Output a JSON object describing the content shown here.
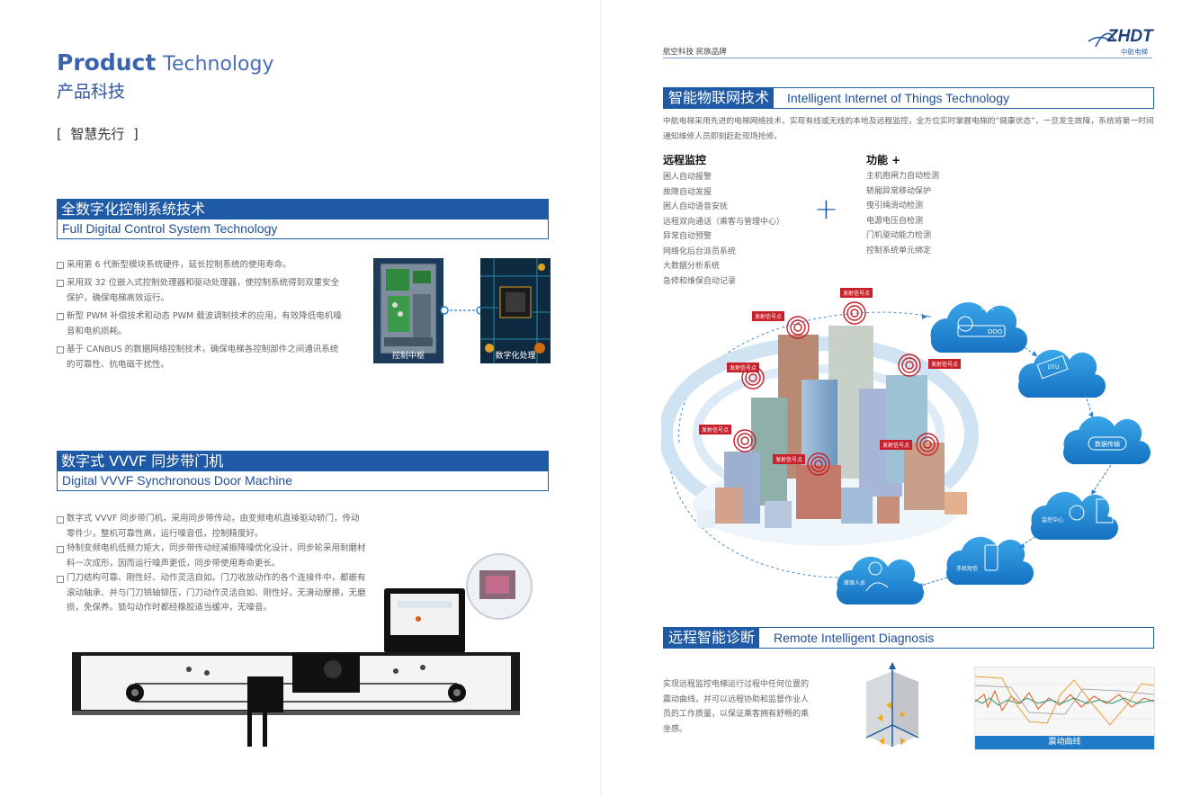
{
  "left": {
    "title_en_bold": "Product",
    "title_en_light": "Technology",
    "title_cn": "产品科技",
    "slogan": "[  智慧先行  ]",
    "section1": {
      "title_cn": "全数字化控制系统技术",
      "title_en": "Full Digital Control System Technology",
      "bullets": [
        "采用第 6 代新型模块系统硬件，延长控制系统的使用寿命。",
        "采用双 32 位嵌入式控制处理器和驱动处理器，使控制系统得到双重安全保护，确保电梯高效运行。",
        "新型 PWM 补偿技术和动态 PWM 载波调制技术的应用，有效降低电机噪音和电机损耗。",
        "基于 CANBUS 的数据网络控制技术，确保电梯各控制部件之间通讯系统的可靠性、抗电磁干扰性。"
      ],
      "photo1_caption": "控制中枢",
      "photo2_caption": "数字化处理"
    },
    "section2": {
      "title_cn": "数字式 VVVF 同步带门机",
      "title_en": "Digital VVVF Synchronous Door Machine",
      "bullets": [
        "数字式 VVVF 同步带门机，采用同步带传动，由变频电机直接驱动轿门，传动零件少，整机可靠性高，运行噪音低，控制精度好。",
        "特制变频电机低频力矩大，同步带传动经减振降噪优化设计，同步轮采用耐磨材料一次成形，因而运行噪声更低，同步带使用寿命更长。",
        "门刀结构可靠、刚性好、动作灵活自如。门刀收放动作的各个连接件中，都嵌有滚动轴承、并与门刀销轴铆压，门刀动作灵活自如、刚性好，无滑动摩擦，无磨损，免保养。锁勾动作时都经橡胶适当缓冲，无噪音。"
      ]
    }
  },
  "right": {
    "brand_tag": "航空科技 民族品牌",
    "logo_text": "ZHDT",
    "logo_sub": "中航电梯",
    "iot": {
      "title_cn": "智能物联网技术",
      "title_en": "Intelligent Internet of Things Technology",
      "description": "中航电梯采用先进的电梯网络技术，实现有线或无线的本地及远程监控，全方位实时掌握电梯的“健康状态”，一旦发生故障，系统将第一时间通知维修人员即刻赶赴现场抢修。",
      "remote_title": "远程监控",
      "remote_items": [
        "困人自动报警",
        "故障自动发报",
        "困人自动语音安抚",
        "远程双向通话（乘客与管理中心）",
        "异常自动预警",
        "网络化后台派员系统",
        "大数据分析系统",
        "急修和维保自动记录"
      ],
      "plus_sign": "+",
      "func_title": "功能 +",
      "func_items": [
        "主机抱闸力自动检测",
        "轿厢异常移动保护",
        "曳引绳滑动检测",
        "电源电压自检测",
        "门机驱动能力检测",
        "控制系统单元绑定"
      ],
      "tag_label": "发射信号点",
      "cloud_gateway": "网关",
      "gateway_dots": "OOO",
      "cloud_dtu": "DTU",
      "cloud_data": "数据传输",
      "cloud_monitor": "监控中心",
      "cloud_phone": "手机短信",
      "cloud_repair": "维保人员"
    },
    "diagnosis": {
      "title_cn": "远程智能诊断",
      "title_en": "Remote Intelligent Diagnosis",
      "description": "实现远程监控电梯运行过程中任何位置的震动曲线，并可以远程协助和监督作业人员的工作质量，以保证乘客拥有舒畅的乘坐感。",
      "curve_caption": "震动曲线"
    }
  },
  "colors": {
    "brand_blue": "#1f5aa6",
    "signal_red": "#c8202a",
    "cloud_blue": "#1d8fd6"
  }
}
